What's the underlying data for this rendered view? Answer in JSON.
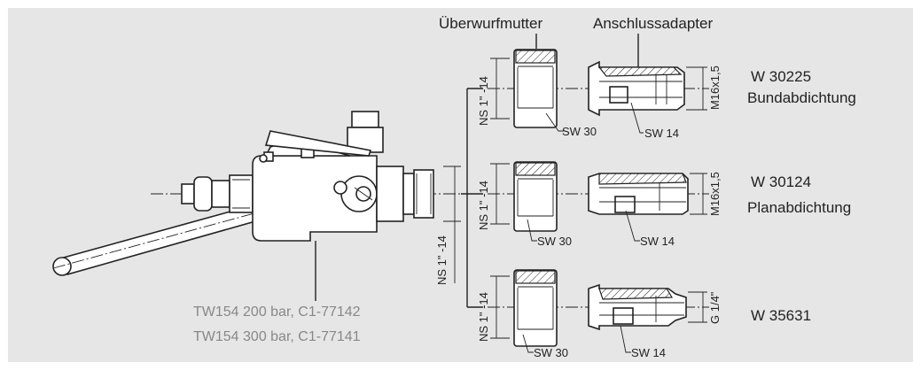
{
  "labels": {
    "nut": "Überwurfmutter",
    "adapter": "Anschlussadapter"
  },
  "rows": [
    {
      "code": "W 30225",
      "seal": "Bundabdichtung",
      "thread": "M16x1,5",
      "ns": "NS 1\" -14",
      "sw_nut": "SW 30",
      "sw_adapter": "SW 14"
    },
    {
      "code": "W 30124",
      "seal": "Planabdichtung",
      "thread": "M16x1,5",
      "ns": "NS 1\" -14",
      "sw_nut": "SW 30",
      "sw_adapter": "SW 14"
    },
    {
      "code": "W 35631",
      "seal": "",
      "thread": "G 1/4\"",
      "ns": "NS 1\" -14",
      "sw_nut": "SW 30",
      "sw_adapter": "SW 14"
    }
  ],
  "valve": {
    "ns": "NS 1\" -14",
    "caption_1": "TW154 200 bar, C1-77142",
    "caption_2": "TW154 300 bar, C1-77141"
  },
  "colors": {
    "background": "#e6e6e6",
    "frame": "#ffffff",
    "line": "#222222",
    "caption": "#888888"
  }
}
